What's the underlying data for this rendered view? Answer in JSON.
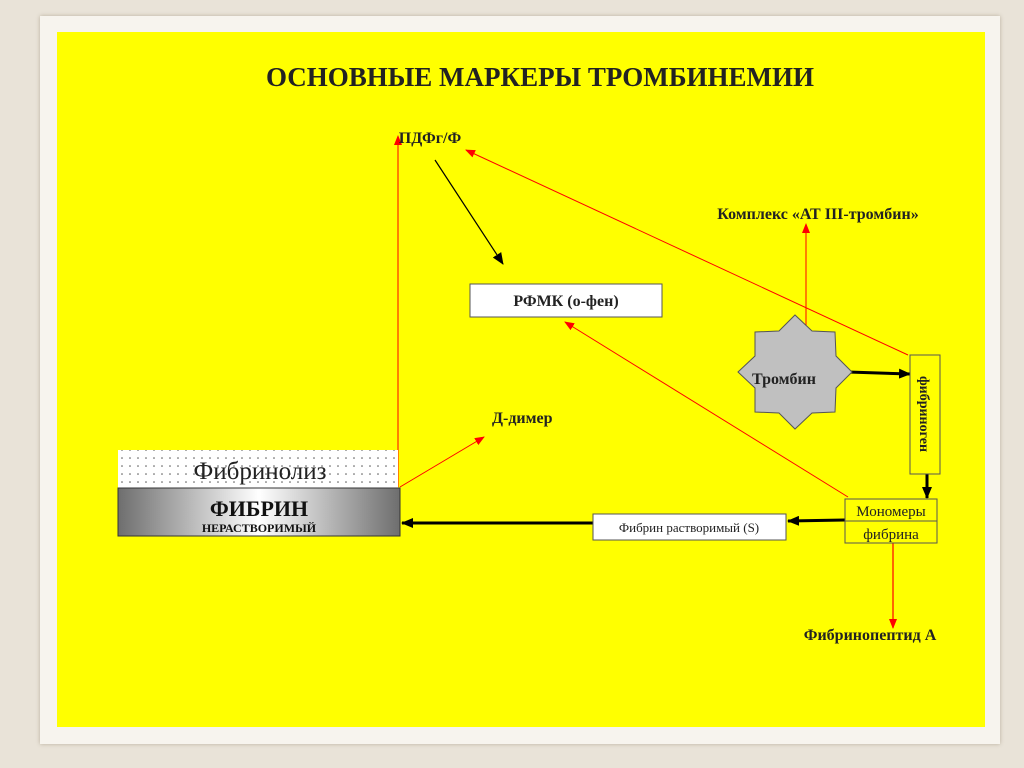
{
  "title": "ОСНОВНЫЕ МАРКЕРЫ ТРОМБИНЕМИИ",
  "nodes": {
    "pdf": "ПДФг/Ф",
    "complex": "Комплекс «АТ III-тромбин»",
    "rfmk": "РФМК (о-фен)",
    "thrombin": "Тромбин",
    "fibrinogen": "фибриноген",
    "ddimer": "Д-димер",
    "fibrinolysis": "Фибринолиз",
    "fibrin": "ФИБРИН",
    "fibrin_sub": "НЕРАСТВОРИМЫЙ",
    "soluble_fibrin": "Фибрин растворимый (S)",
    "monomers_1": "Мономеры",
    "monomers_2": "фибрина",
    "fibrinopeptide": "Фибринопептид А"
  },
  "colors": {
    "background": "#ffff00",
    "red_arrow": "#ff0000",
    "black_arrow": "#000000",
    "star": "#c0c0c0"
  }
}
